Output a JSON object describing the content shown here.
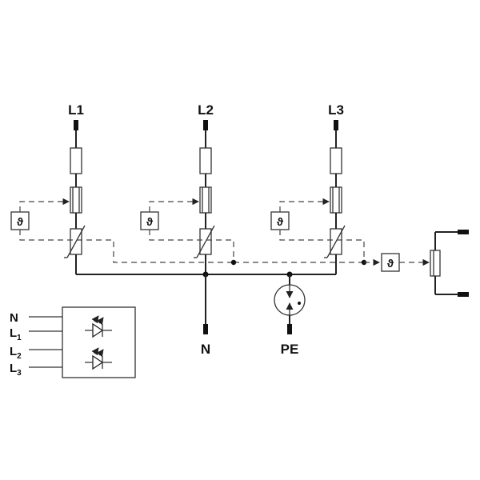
{
  "phases": [
    "L1",
    "L2",
    "L3"
  ],
  "labels": {
    "neutral": "N",
    "earth": "PE"
  },
  "thermal_symbol": "ϑ",
  "indicator": {
    "inputs": [
      {
        "main": "N",
        "sub": ""
      },
      {
        "main": "L",
        "sub": "1"
      },
      {
        "main": "L",
        "sub": "2"
      },
      {
        "main": "L",
        "sub": "3"
      }
    ]
  }
}
